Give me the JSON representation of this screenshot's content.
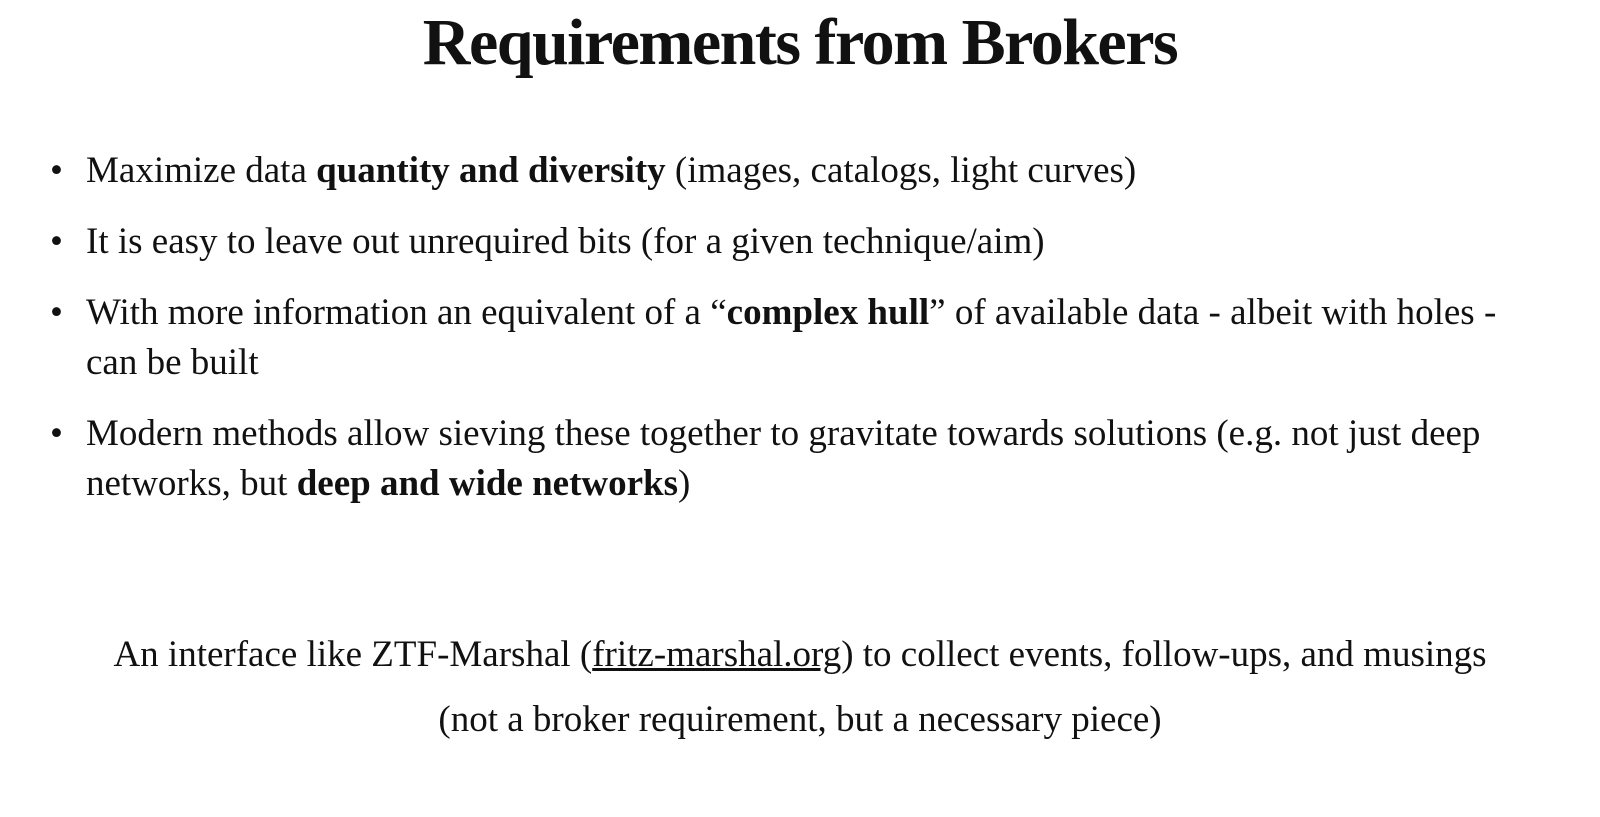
{
  "slide": {
    "title": "Requirements from Brokers",
    "bullets": [
      {
        "segments": [
          {
            "t": "Maximize data "
          },
          {
            "t": "quantity and diversity",
            "b": true
          },
          {
            "t": " (images, catalogs, light curves)"
          }
        ]
      },
      {
        "segments": [
          {
            "t": "It is easy to leave out unrequired bits (for a given technique/aim)"
          }
        ]
      },
      {
        "segments": [
          {
            "t": "With more information an equivalent of a “"
          },
          {
            "t": "complex hull",
            "b": true
          },
          {
            "t": "” of available data - albeit with holes - can be built"
          }
        ]
      },
      {
        "segments": [
          {
            "t": "Modern methods allow sieving these together to gravitate towards solutions (e.g. not just deep networks, but "
          },
          {
            "t": "deep and wide networks",
            "b": true
          },
          {
            "t": ")"
          }
        ]
      }
    ],
    "footer": {
      "before": "An interface like ZTF-Marshal (",
      "link": "fritz-marshal.org",
      "after": ") to collect events, follow-ups, and musings",
      "note": "(not a broker requirement, but a necessary piece)"
    }
  }
}
